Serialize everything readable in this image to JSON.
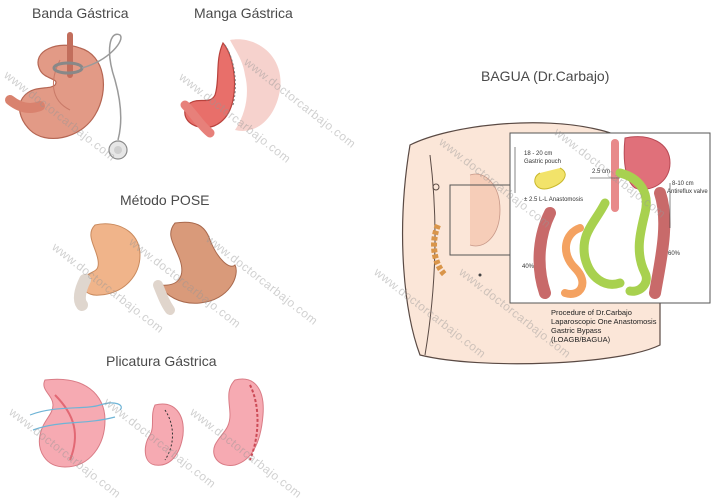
{
  "labels": {
    "banda": "Banda Gástrica",
    "manga": "Manga Gástrica",
    "pose": "Método POSE",
    "plicatura": "Plicatura Gástrica",
    "bagua": "BAGUA (Dr.Carbajo)"
  },
  "watermark": "www.doctorcarbajo.com",
  "inset": {
    "pouch_len": "18 - 20 cm",
    "pouch_label": "Gastric pouch",
    "width": "2.5 cm",
    "anastomosis": "± 2.5 L-L Anastomosis",
    "valve_len": "8-10 cm",
    "valve_label": "Antireflux valve",
    "pct_left": "40%",
    "pct_right": "60%"
  },
  "caption": {
    "line1": "Procedure of Dr.Carbajo",
    "line2": "Laparoscopic One Anastomosis",
    "line3": "Gastric Bypass",
    "line4": "(LOAGB/BAGUA)"
  },
  "colors": {
    "stomach_pink": "#e8a59a",
    "stomach_red": "#d9534f",
    "intestine_orange": "#f4a261",
    "intestine_green": "#a8d14f",
    "skin": "#f9e3d3"
  }
}
